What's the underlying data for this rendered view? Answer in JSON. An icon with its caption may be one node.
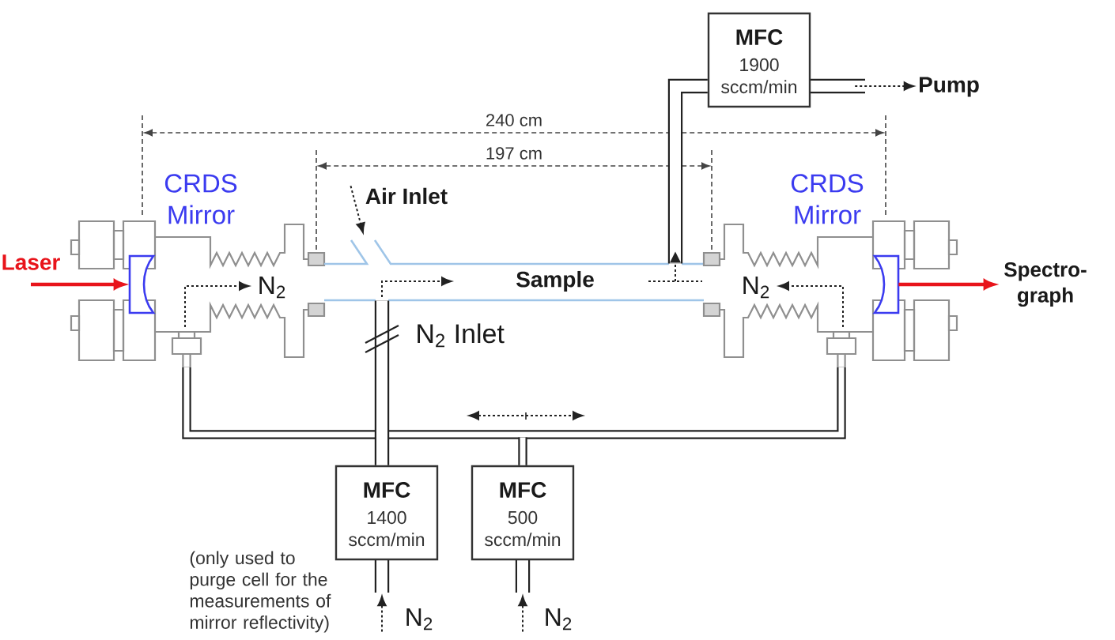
{
  "diagram": {
    "nodes": [
      {
        "text": [
          "MFC",
          "1900 sccm/min"
        ]
      },
      {
        "text": [
          "Pump"
        ]
      },
      {
        "text": [
          "Air Inlet"
        ]
      },
      {
        "text": [
          "Laser"
        ]
      },
      {
        "text": [
          "N$_{2}$"
        ]
      },
      {
        "text": [],
        "shape": "mirror",
        "in": 4,
        "beside": [
          "CRDS Mirror"
        ]
      },
      {
        "text": [
          "Sample"
        ],
        "beside": [
          "N$_{2}$ Inlet"
        ]
      },
      {
        "text": [
          "N$_{2}$"
        ]
      },
      {
        "text": [],
        "shape": "mirror",
        "in": 7,
        "beside": [
          "CRDS Mirror"
        ]
      },
      {
        "text": [
          "Spectro- graph"
        ]
      },
      {
        "text": [
          "MFC",
          "1400 sccm/min"
        ]
      },
      {
        "text": [
          "MFC",
          "500 sccm/min"
        ]
      },
      {
        "text": [
          "N$_{2}$"
        ]
      },
      {
        "text": [
          "N$_{2}$"
        ]
      }
    ],
    "edges": [
      {
        "from": 3,
        "to": 5,
        "arrow": "to",
        "color": "#e8141b"
      },
      {
        "from": 8,
        "to": 9,
        "arrow": "to",
        "color": "#e8141b"
      },
      {
        "from": 6,
        "to": 0,
        "arrow": "to",
        "style": "thick"
      },
      {
        "from": 0,
        "to": 1,
        "arrow": "to",
        "style": "dashed"
      },
      {
        "from": 10,
        "to": 6,
        "arrow": "none",
        "style": "thick"
      },
      {
        "from": 11,
        "to": 4,
        "arrow": "none",
        "style": "thick"
      },
      {
        "from": 11,
        "to": 7,
        "arrow": "none",
        "style": "thick"
      },
      {
        "from": 12,
        "to": 10,
        "arrow": "to",
        "style": "dashed"
      },
      {
        "from": 13,
        "to": 11,
        "arrow": "to",
        "style": "dashed"
      },
      {
        "from": 2,
        "to": null,
        "arrow": "to",
        "style": "dashed"
      }
    ],
    "labels": [
      "240 cm",
      "197 cm",
      "(only used to purge cell for the measurements of mirror reflectivity)"
    ]
  }
}
